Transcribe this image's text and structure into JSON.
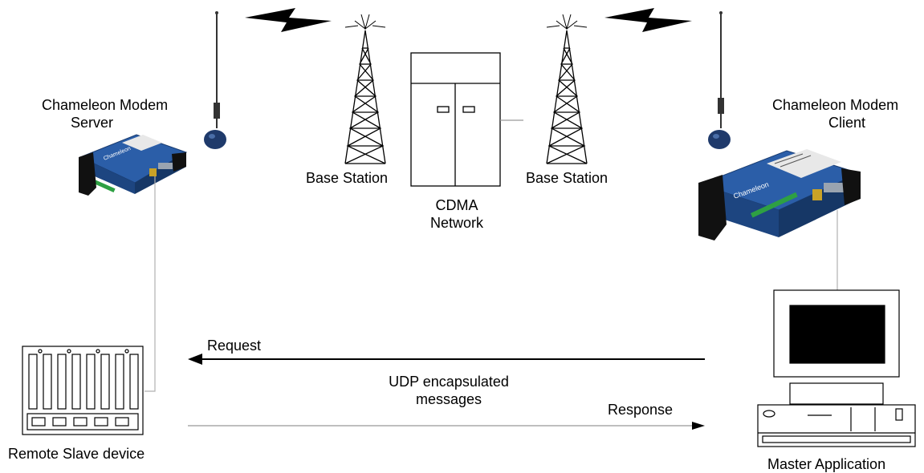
{
  "labels": {
    "modem_server": [
      "Chameleon Modem",
      "Server"
    ],
    "modem_client": [
      "Chameleon Modem",
      "Client"
    ],
    "base_station_left": "Base Station",
    "base_station_right": "Base Station",
    "cdma_network": [
      "CDMA",
      "Network"
    ],
    "remote_slave": "Remote Slave device",
    "master_application": "Master Application",
    "request": "Request",
    "response": "Response",
    "udp_messages": [
      "UDP encapsulated",
      "messages"
    ]
  },
  "device_brand": "Chameleon",
  "colors": {
    "modem_body": "#2b5ea8",
    "antenna_ball": "#1f3a6b",
    "line": "#000000",
    "connector_line": "#b0b0b0"
  },
  "icons": {
    "antenna": "antenna-icon",
    "tower": "tower-icon",
    "network_cabinet": "cdma-cabinet-icon",
    "lightning": "wireless-link-icon",
    "computer": "computer-icon",
    "slave_device": "rack-device-icon"
  }
}
